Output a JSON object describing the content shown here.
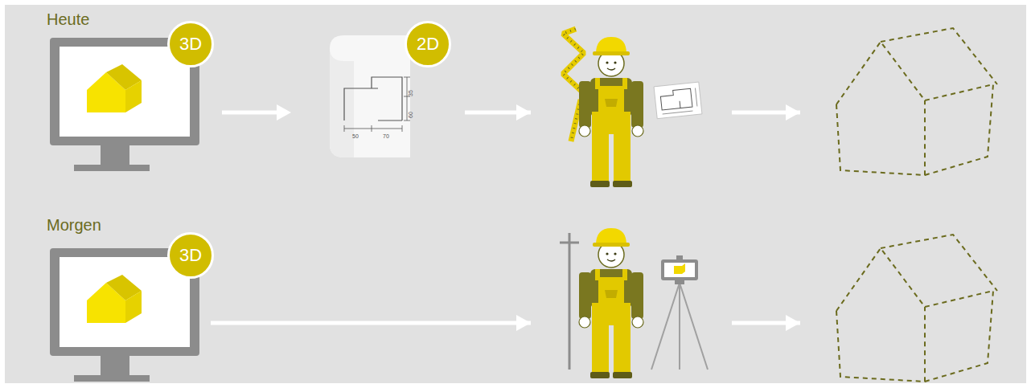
{
  "diagram": {
    "nodes": [
      {
        "text": [
          "3D"
        ]
      },
      {
        "text": [
          "2D"
        ]
      },
      {
        "text": [
          "3D"
        ]
      }
    ],
    "edges": [
      {
        "from": 0,
        "to": 1,
        "arrow": "to"
      }
    ],
    "labels": [
      "Heute",
      "Morgen",
      "50",
      "70",
      "60",
      "35"
    ]
  }
}
